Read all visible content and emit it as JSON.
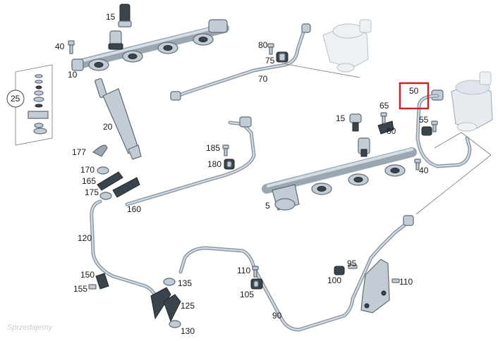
{
  "diagram": {
    "labels": [
      "15",
      "40",
      "10",
      "80",
      "75",
      "70",
      "25",
      "20",
      "50",
      "65",
      "15",
      "60",
      "55",
      "177",
      "185",
      "180",
      "170",
      "165",
      "175",
      "160",
      "40",
      "5",
      "120",
      "110",
      "95",
      "100",
      "110",
      "150",
      "155",
      "135",
      "125",
      "130",
      "105",
      "90"
    ],
    "highlight": {
      "label_index": 8,
      "color": "#c0282d"
    },
    "watermark": "Sprzedajemy"
  }
}
